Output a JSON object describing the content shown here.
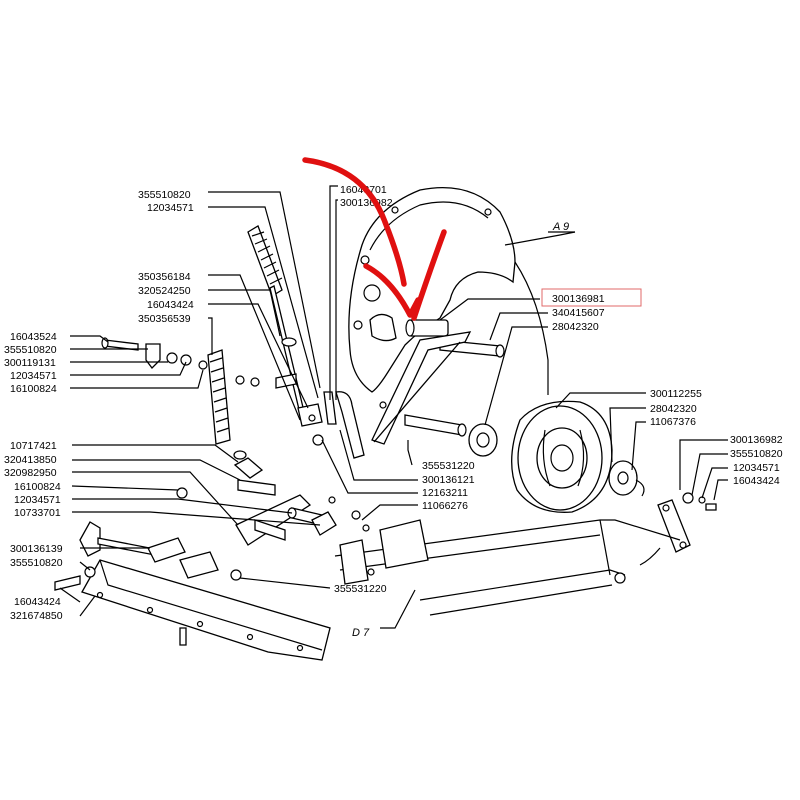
{
  "diagram": {
    "refs": {
      "a9": "A 9",
      "d7": "D 7"
    },
    "highlighted": "300136981",
    "labels": {
      "l01": "355510820",
      "l02": "12034571",
      "l03": "16043701",
      "l04": "300136982",
      "l05": "350356184",
      "l06": "320524250",
      "l07": "16043424",
      "l08": "350356539",
      "l09": "16043524",
      "l10": "355510820",
      "l11": "300119131",
      "l12": "12034571",
      "l13": "16100824",
      "l14": "300136981",
      "l15": "340415607",
      "l16": "28042320",
      "l17": "300112255",
      "l18": "28042320",
      "l19": "11067376",
      "l20": "300136982",
      "l21": "355510820",
      "l22": "12034571",
      "l23": "16043424",
      "l24": "10717421",
      "l25": "320413850",
      "l26": "320982950",
      "l27": "16100824",
      "l28": "12034571",
      "l29": "10733701",
      "l30": "355531220",
      "l31": "300136121",
      "l32": "12163211",
      "l33": "11066276",
      "l34": "300136139",
      "l35": "355510820",
      "l36": "16043424",
      "l37": "321674850",
      "l38": "355531220"
    }
  }
}
